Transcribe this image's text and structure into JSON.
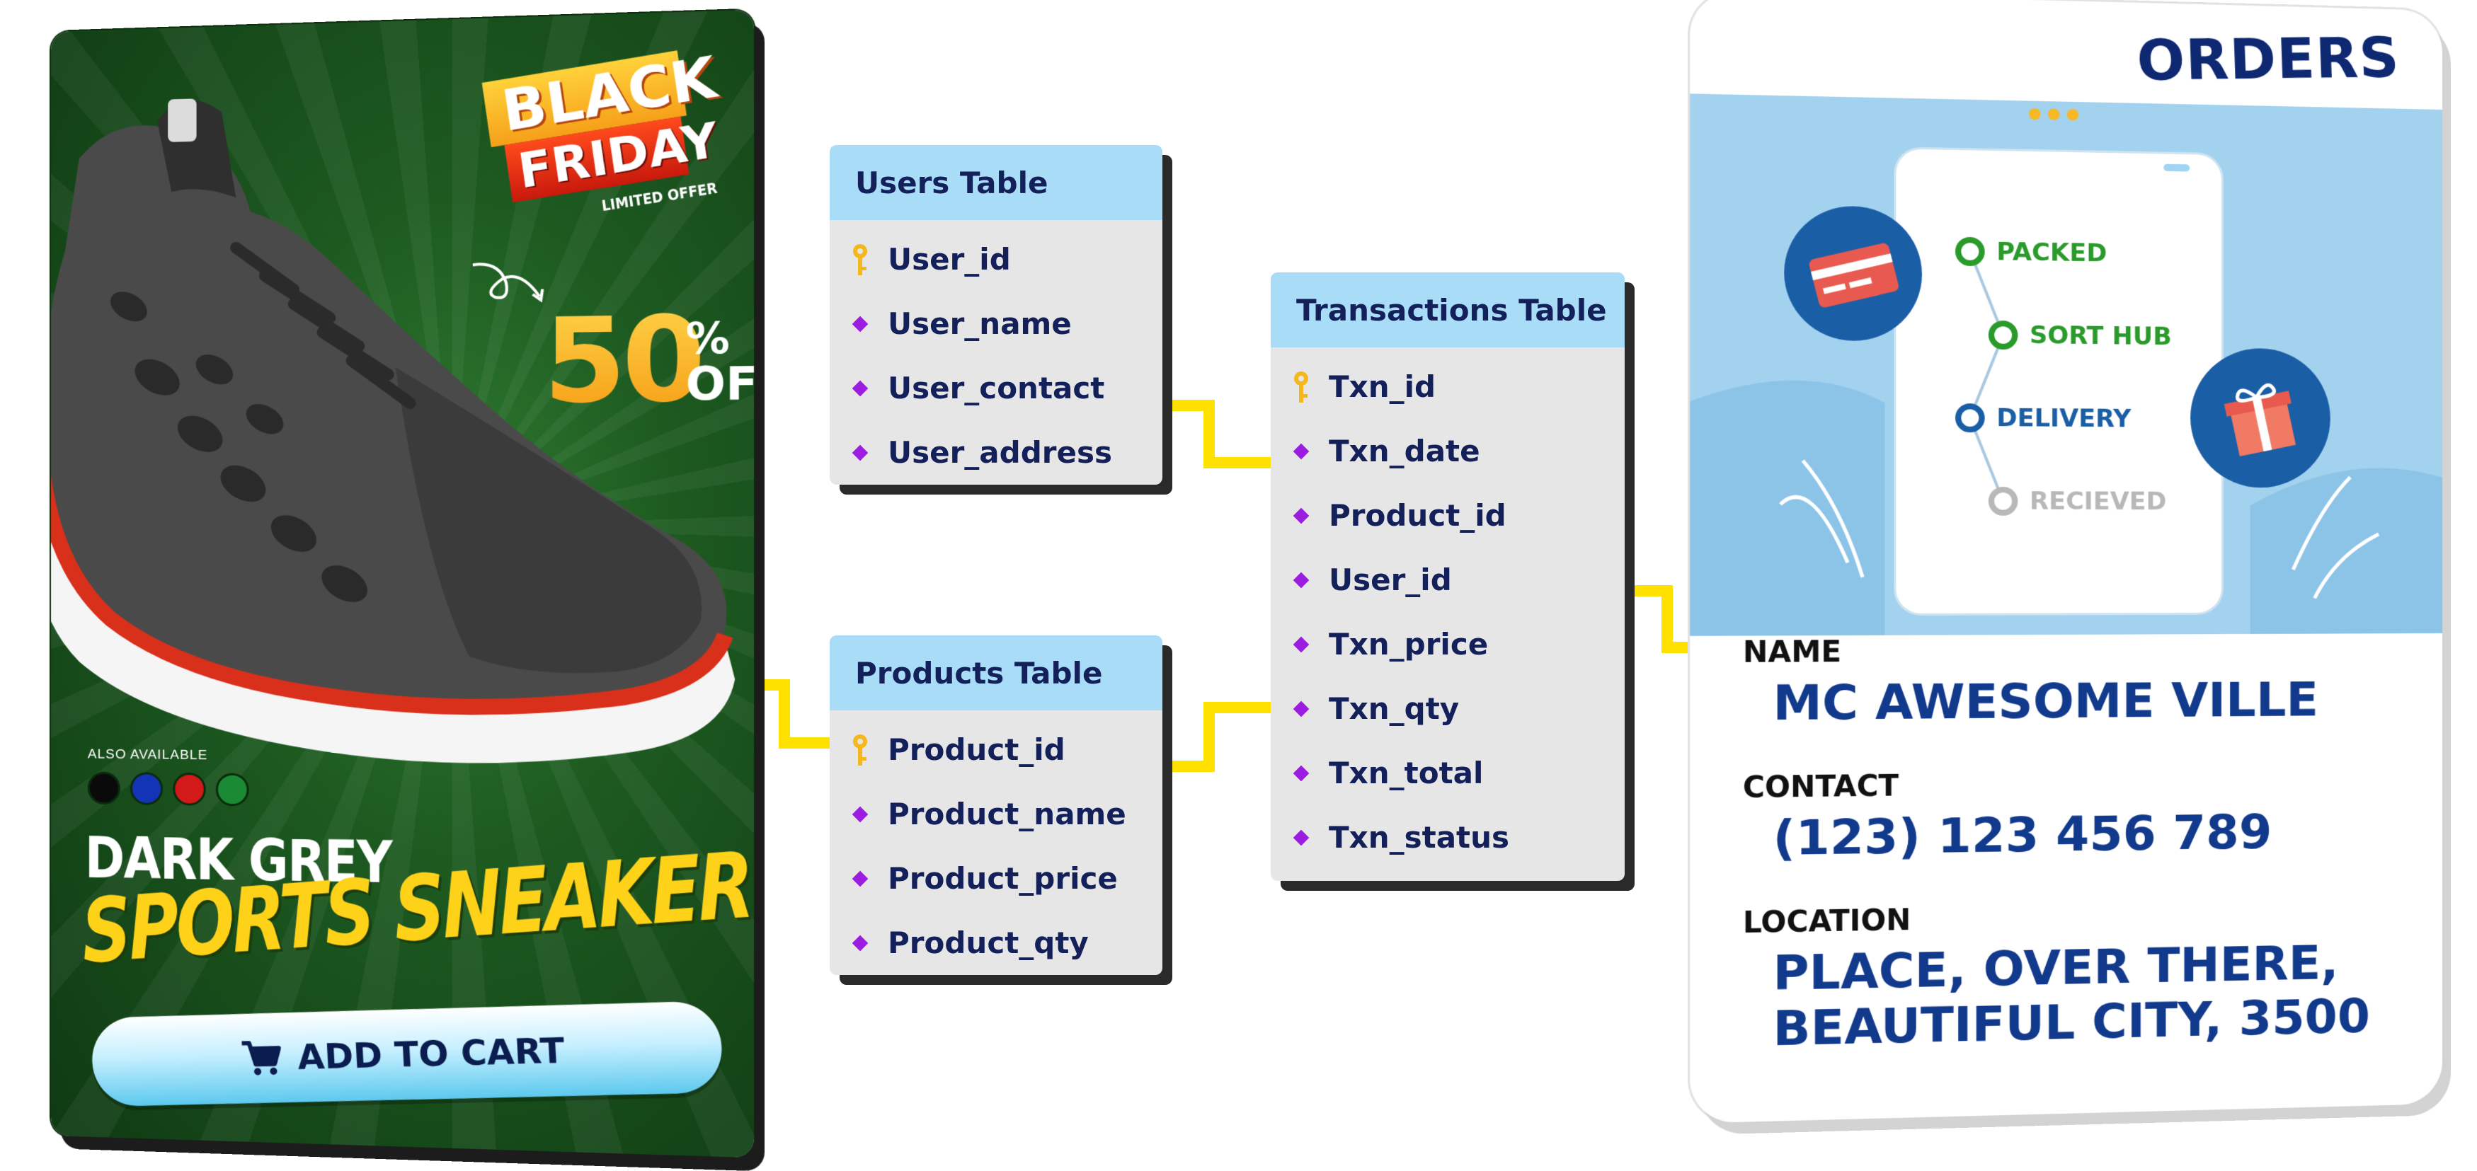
{
  "product_card": {
    "badge_line1": "BLACK",
    "badge_line2": "FRIDAY",
    "badge_tag": "LIMITED OFFER",
    "discount_number": "50",
    "discount_percent": "%",
    "discount_off": "OFF",
    "also_available": "ALSO AVAILABLE",
    "color_options": [
      "#0a0a0a",
      "#1434b8",
      "#d31a1a",
      "#1a8a35"
    ],
    "title_line1": "DARK GREY",
    "title_line2": "SPORTS SNEAKERS",
    "cart_button": "ADD TO CART"
  },
  "er_tables": {
    "users": {
      "title": "Users Table",
      "fields": [
        "User_id",
        "User_name",
        "User_contact",
        "User_address"
      ]
    },
    "products": {
      "title": "Products Table",
      "fields": [
        "Product_id",
        "Product_name",
        "Product_price",
        "Product_qty"
      ]
    },
    "transactions": {
      "title": "Transactions Table",
      "fields": [
        "Txn_id",
        "Txn_date",
        "Product_id",
        "User_id",
        "Txn_price",
        "Txn_qty",
        "Txn_total",
        "Txn_status"
      ]
    }
  },
  "orders_card": {
    "title": "ORDERS",
    "steps": [
      "PACKED",
      "SORT HUB",
      "DELIVERY",
      "RECIEVED"
    ],
    "name_label": "NAME",
    "name_value": "MC AWESOME VILLE",
    "contact_label": "CONTACT",
    "contact_value": "(123) 123 456 789",
    "location_label": "LOCATION",
    "location_line1": "PLACE, OVER THERE,",
    "location_line2": "BEAUTIFUL CITY, 3500"
  },
  "colors": {
    "connector": "#ffe100",
    "header_bg": "#a8dcf7",
    "table_text": "#14205a",
    "field_marker": "#9a1de0",
    "key_icon": "#f4b81c",
    "step_done": "#2a9a2a",
    "step_current": "#1a5ea6",
    "step_pending": "#b8b8b8"
  }
}
